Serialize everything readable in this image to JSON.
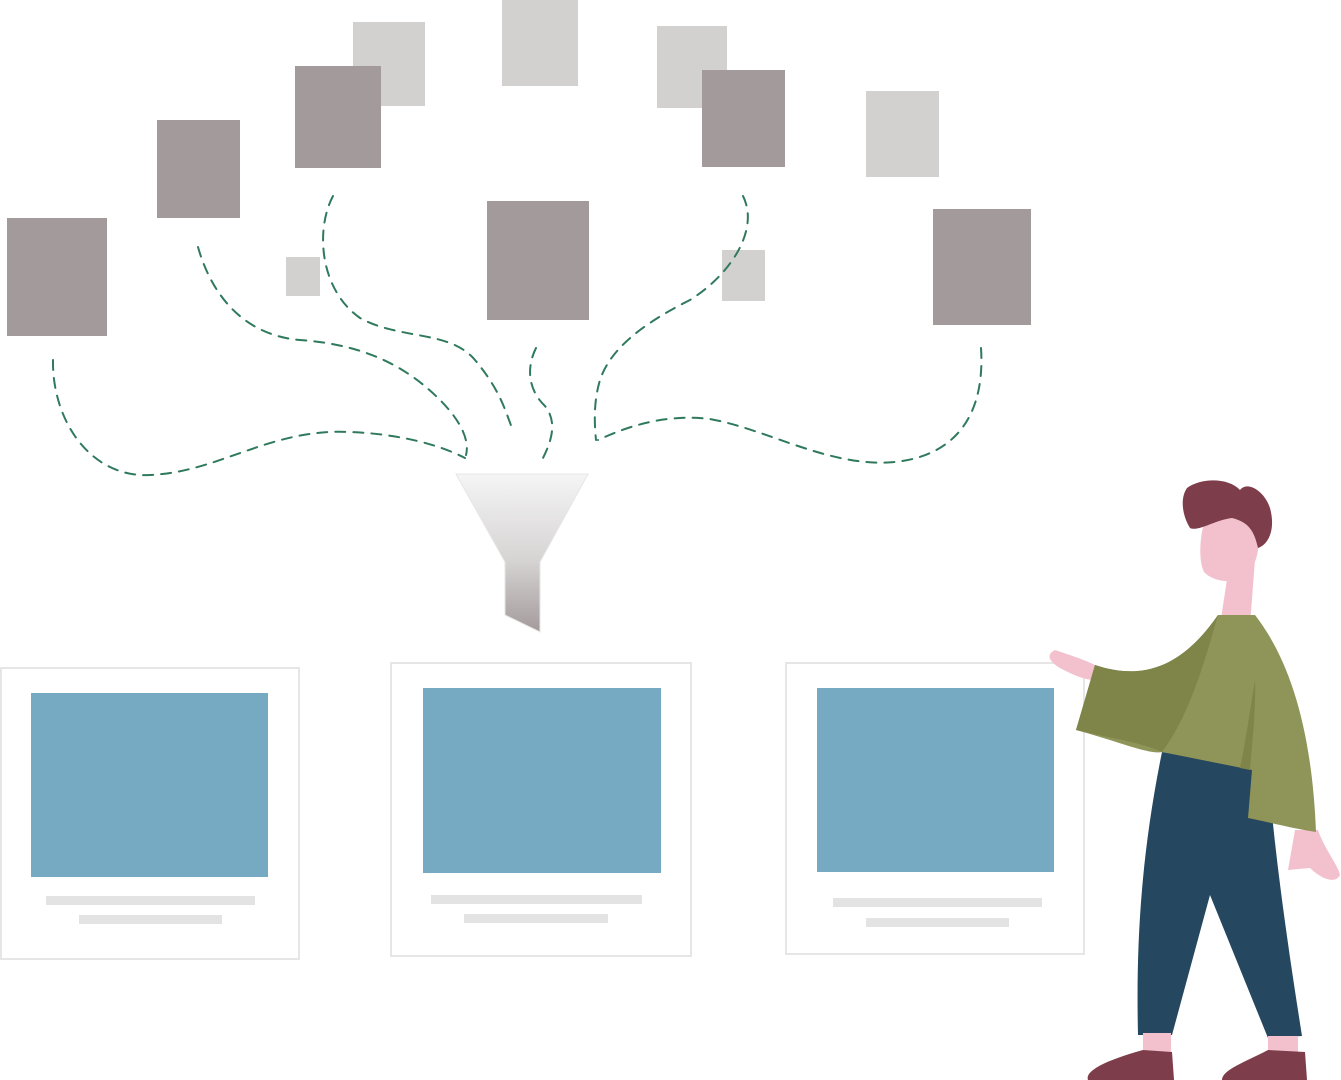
{
  "palette": {
    "background": "#ffffff",
    "square_dark": "#a39a9b",
    "square_light": "#d3d0d0",
    "dashed_line": "#2f7a5c",
    "funnel_top": "#f2f2f2",
    "funnel_bottom": "#a39a9b",
    "card_border": "#e6e6e6",
    "card_image": "#76aac3",
    "card_text_bar": "#e3e3e3",
    "hair": "#7e3d4a",
    "skin": "#f3c1cd",
    "sweater": "#8f9458",
    "sweater_shadow": "#7f8449",
    "pants": "#25475f",
    "shoes": "#7e3d4a"
  },
  "icons": {
    "funnel": "funnel-icon",
    "person": "person-illustration"
  },
  "cards": [
    {
      "name": "result-card-1"
    },
    {
      "name": "result-card-2"
    },
    {
      "name": "result-card-3"
    }
  ]
}
